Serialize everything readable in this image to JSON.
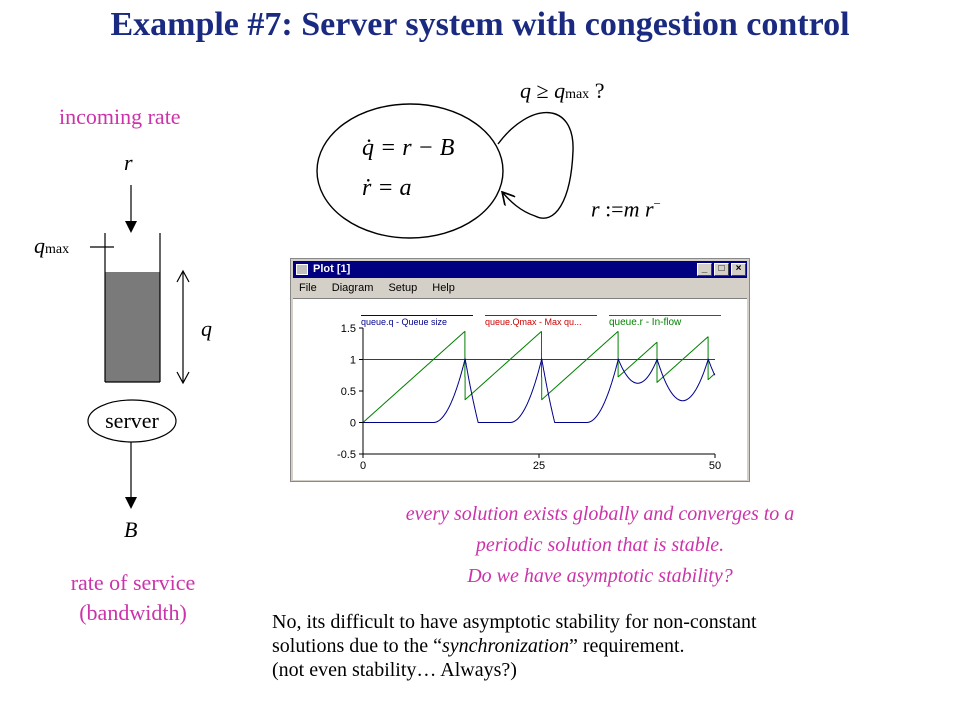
{
  "title": "Example #7: Server system with congestion control",
  "left": {
    "incoming_rate": "incoming rate",
    "r": "r",
    "q": "q",
    "max": "max",
    "q_label": "q",
    "server": "server",
    "B": "B",
    "rate_of_service_1": "rate of service",
    "rate_of_service_2": "(bandwidth)"
  },
  "hybrid": {
    "guard_q": "q",
    "guard_geq": "≥",
    "guard_q2": "q",
    "guard_max": "max",
    "guard_qm": "?",
    "eq1": "q̇ = r − B",
    "eq2": "ṙ = a",
    "reset_r": "r",
    "reset_assign": ":=",
    "reset_m": "m",
    "reset_r2": "r",
    "reset_minus": "−"
  },
  "window": {
    "title": "Plot [1]",
    "menu": [
      "File",
      "Diagram",
      "Setup",
      "Help"
    ],
    "btn_min": "_",
    "btn_max": "□",
    "btn_close": "×"
  },
  "chart_data": {
    "type": "line",
    "xlim": [
      0,
      50
    ],
    "ylim": [
      -0.5,
      1.5
    ],
    "x_ticks": [
      "0",
      "25",
      "50"
    ],
    "y_ticks": [
      "1.5",
      "1",
      "0.5",
      "0",
      "-0.5"
    ],
    "series": [
      {
        "name": "queue.q - Queue size",
        "color": "#00008b"
      },
      {
        "name": "queue.Qmax - Max qu...",
        "color": "#cc0000"
      },
      {
        "name": "queue.r - In-flow",
        "color": "#008000"
      }
    ]
  },
  "text": {
    "pink1": "every solution exists globally and converges to a",
    "pink2": "periodic solution that is stable.",
    "pink3": "Do we have asymptotic stability?",
    "ans1": "No, its difficult to have asymptotic stability for non-constant",
    "ans2_pre": "solutions due to the “",
    "ans2_it": "synchronization",
    "ans2_post": "” requirement.",
    "ans3": "(not even stability… Always?)"
  }
}
